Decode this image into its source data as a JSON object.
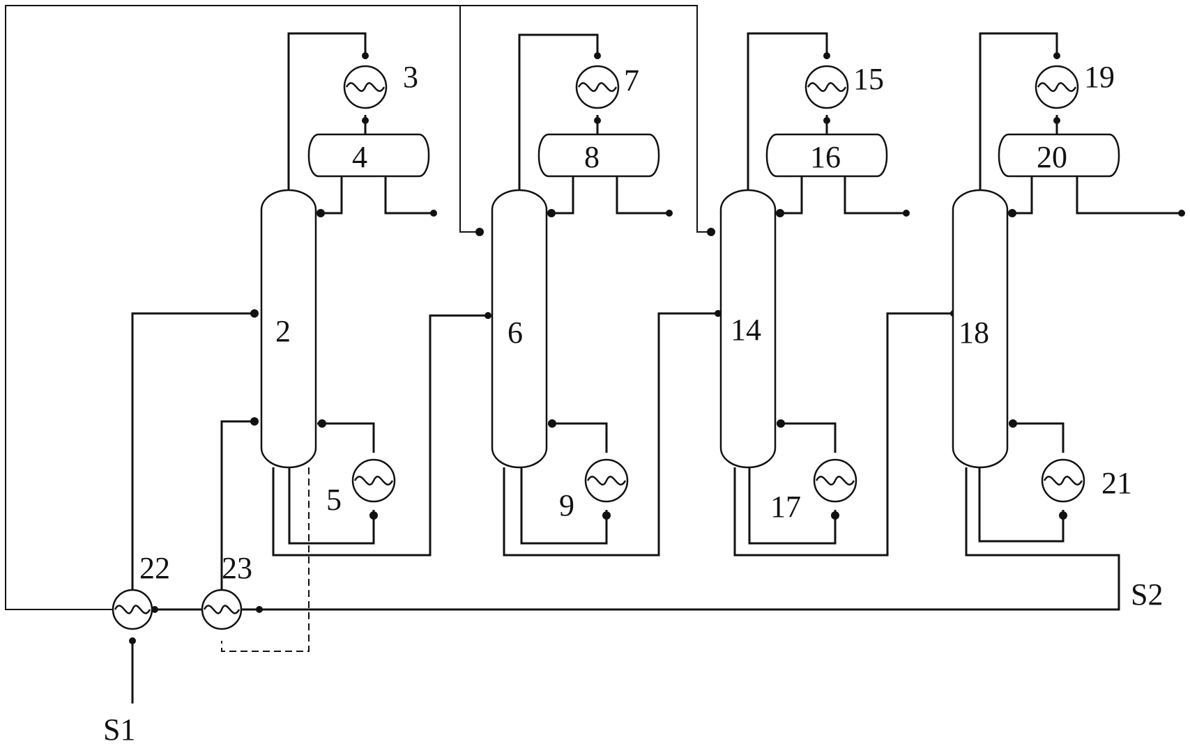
{
  "labels": {
    "col_a": "2",
    "cond_a": "3",
    "drum_a": "4",
    "reb_a": "5",
    "col_b": "6",
    "cond_b": "7",
    "drum_b": "8",
    "reb_b": "9",
    "col_c": "14",
    "cond_c": "15",
    "drum_c": "16",
    "reb_c": "17",
    "col_d": "18",
    "cond_d": "19",
    "drum_d": "20",
    "reb_d": "21",
    "hx_a": "22",
    "hx_b": "23",
    "stream_in": "S1",
    "stream_out": "S2"
  }
}
